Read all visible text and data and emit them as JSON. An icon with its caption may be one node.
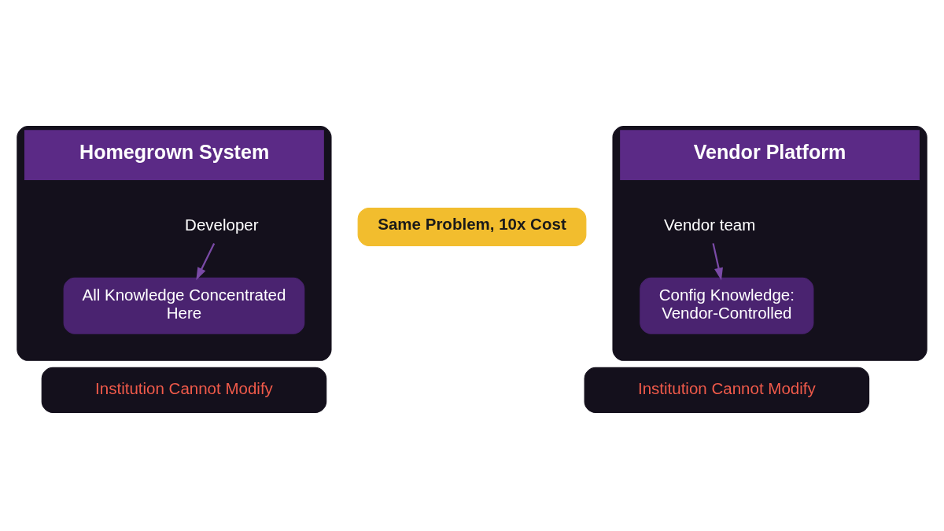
{
  "diagram": {
    "nodes": [
      {
        "text": [
          "Homegrown System"
        ]
      },
      {
        "text": [
          "Developer"
        ],
        "in": 0
      },
      {
        "text": [
          "All Knowledge Concentrated Here"
        ],
        "in": 0
      },
      {
        "text": [
          "Vendor Platform"
        ]
      },
      {
        "text": [
          "Vendor team"
        ],
        "in": 3
      },
      {
        "text": [
          "Config Knowledge: Vendor-Controlled"
        ],
        "in": 3
      },
      {
        "text": [
          "Institution Cannot Modify"
        ]
      },
      {
        "text": [
          "Institution Cannot Modify"
        ]
      },
      {
        "text": [
          "Same Problem, 10x Cost"
        ]
      }
    ],
    "edges": [
      {
        "from": 1,
        "to": 2,
        "arrow": "to"
      },
      {
        "from": 4,
        "to": 5,
        "arrow": "to"
      }
    ]
  }
}
